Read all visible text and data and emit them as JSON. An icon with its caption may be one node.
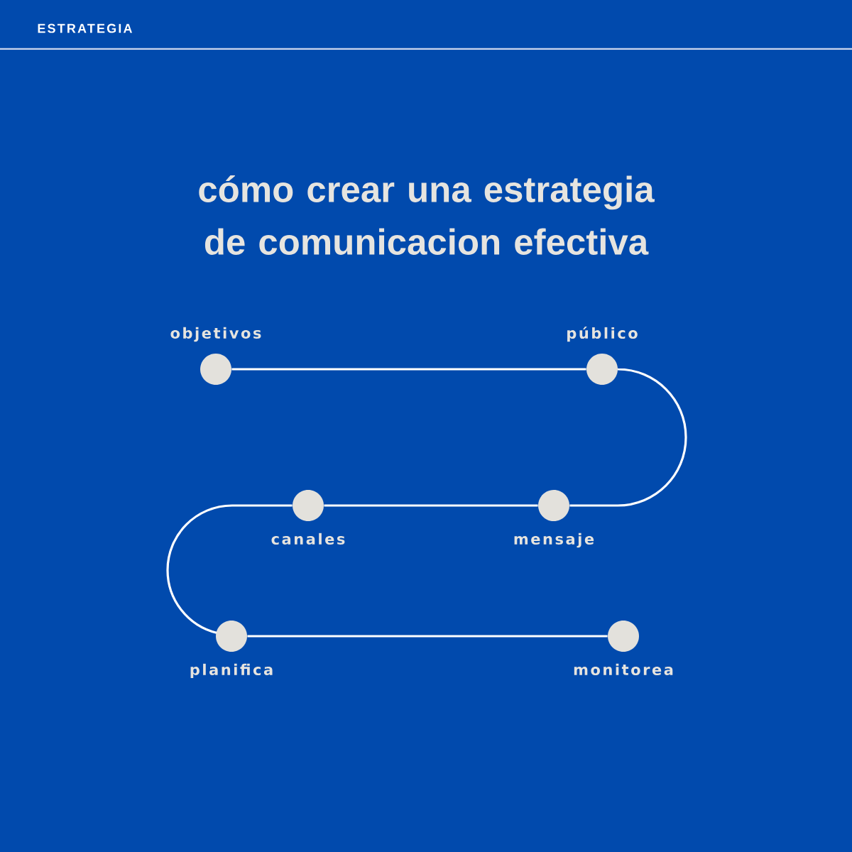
{
  "diagram": {
    "title": "cómo crear una estrategia de comunicacion efectiva",
    "nodes": [
      {
        "text": [],
        "shape": "circle",
        "beside": [
          "objetivos"
        ]
      },
      {
        "text": [],
        "shape": "circle",
        "beside": [
          "público"
        ]
      },
      {
        "text": [],
        "shape": "circle",
        "beside": [
          "canales"
        ]
      },
      {
        "text": [],
        "shape": "circle",
        "beside": [
          "mensaje"
        ]
      },
      {
        "text": [],
        "shape": "circle",
        "beside": [
          "planifica"
        ]
      },
      {
        "text": [],
        "shape": "circle",
        "beside": [
          "monitorea"
        ]
      }
    ],
    "edges": [
      {
        "from": 0,
        "to": 1,
        "arrow": "none"
      },
      {
        "from": 1,
        "to": 3,
        "arrow": "none"
      },
      {
        "from": 3,
        "to": 2,
        "arrow": "none"
      },
      {
        "from": 2,
        "to": 4,
        "arrow": "none"
      },
      {
        "from": 4,
        "to": 5,
        "arrow": "none"
      }
    ],
    "labels": [
      "ESTRATEGIA"
    ]
  }
}
